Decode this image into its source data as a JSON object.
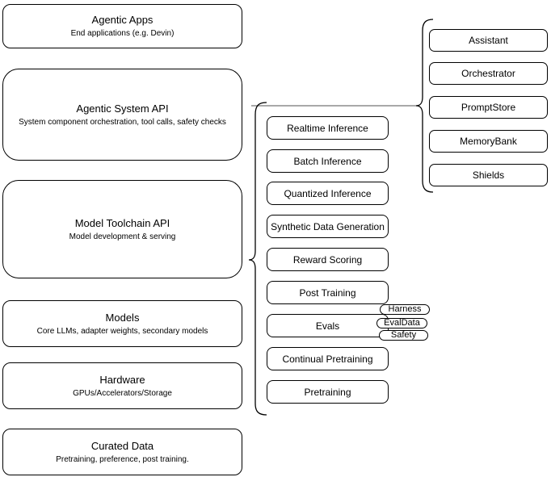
{
  "diagram": {
    "left_stack": [
      {
        "title": "Agentic Apps",
        "subtitle": "End applications (e.g. Devin)"
      },
      {
        "title": "Agentic System API",
        "subtitle": "System component orchestration, tool calls, safety checks"
      },
      {
        "title": "Model Toolchain API",
        "subtitle": "Model development & serving"
      },
      {
        "title": "Models",
        "subtitle": "Core LLMs, adapter weights, secondary models"
      },
      {
        "title": "Hardware",
        "subtitle": "GPUs/Accelerators/Storage"
      },
      {
        "title": "Curated Data",
        "subtitle": "Pretraining, preference, post training."
      }
    ],
    "toolchain_components": [
      "Realtime Inference",
      "Batch Inference",
      "Quantized Inference",
      "Synthetic Data Generation",
      "Reward Scoring",
      "Post Training",
      "Evals",
      "Continual Pretraining",
      "Pretraining"
    ],
    "evals_tags": [
      "Harness",
      "EvalData",
      "Safety"
    ],
    "system_components": [
      "Assistant",
      "Orchestrator",
      "PromptStore",
      "MemoryBank",
      "Shields"
    ],
    "colors": {
      "box_border": "#000000",
      "box_fill": "#ffffff",
      "connector": "#8c8c8c",
      "background": "#ffffff"
    }
  }
}
